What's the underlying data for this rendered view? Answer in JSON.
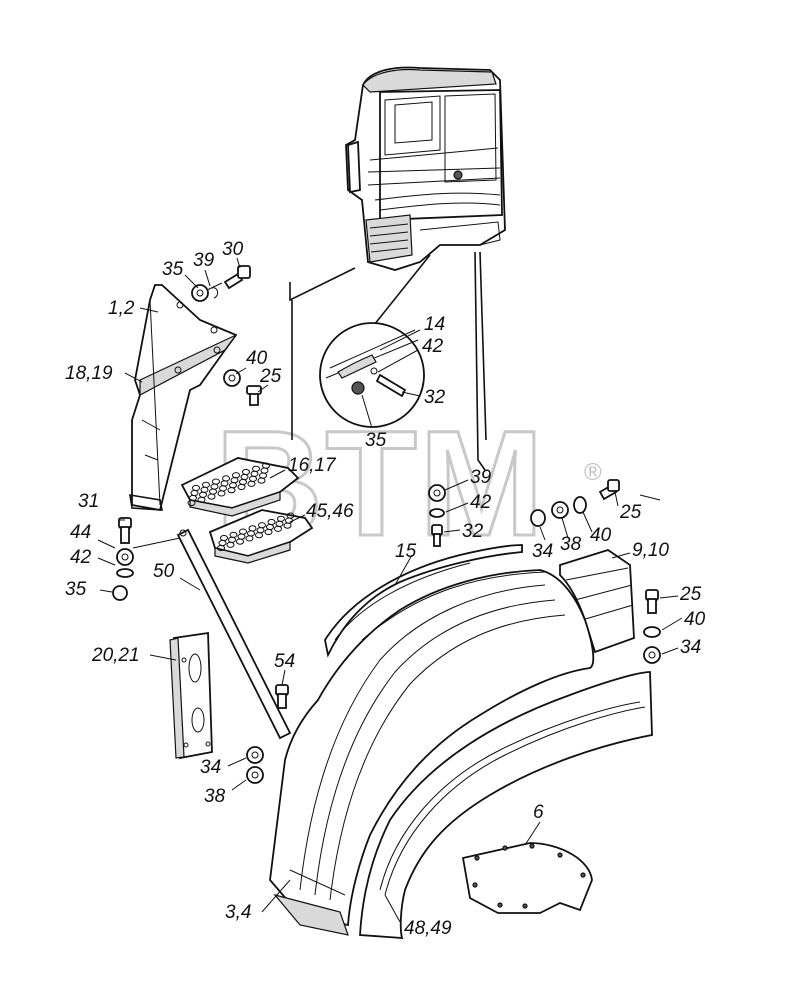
{
  "watermark": {
    "text": "BTM",
    "registered_mark": "®"
  },
  "callouts": {
    "c_1_2": "1,2",
    "c_35_top": "35",
    "c_39_top": "39",
    "c_30": "30",
    "c_18_19": "18,19",
    "c_40_left": "40",
    "c_25_left": "25",
    "c_14": "14",
    "c_42_detail": "42",
    "c_32_detail": "32",
    "c_35_detail": "35",
    "c_16_17": "16,17",
    "c_45_46": "45,46",
    "c_31": "31",
    "c_44": "44",
    "c_42_left": "42",
    "c_35_left": "35",
    "c_50": "50",
    "c_39_mid": "39",
    "c_42_mid": "42",
    "c_32_mid": "32",
    "c_34_mid": "34",
    "c_38_mid": "38",
    "c_40_mid": "40",
    "c_25_mid": "25",
    "c_15": "15",
    "c_9_10": "9,10",
    "c_25_right": "25",
    "c_40_right": "40",
    "c_34_right": "34",
    "c_20_21": "20,21",
    "c_54": "54",
    "c_34_low": "34",
    "c_38_low": "38",
    "c_6": "6",
    "c_3_4": "3,4",
    "c_48_49": "48,49"
  }
}
